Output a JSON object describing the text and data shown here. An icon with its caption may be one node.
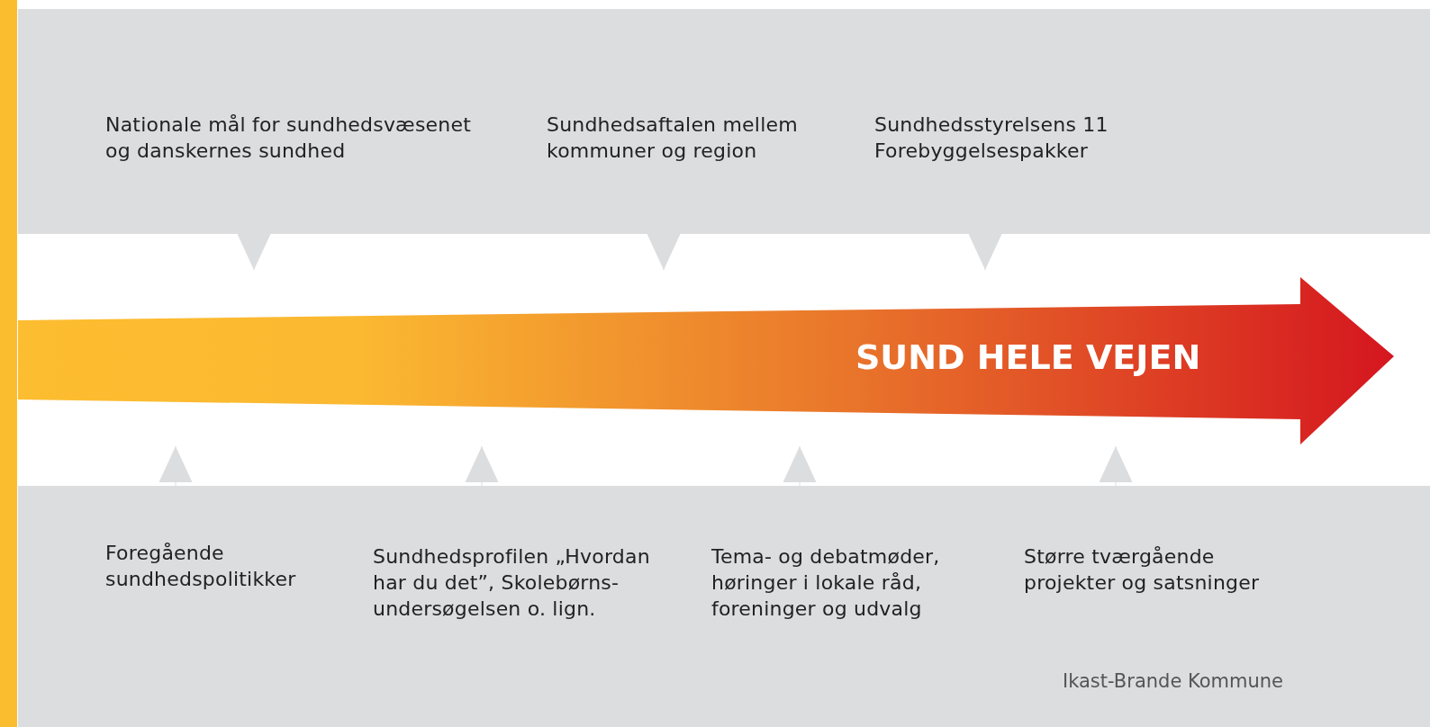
{
  "diagram": {
    "nodes": [
      {
        "text": [],
        "shape": "bar"
      },
      {
        "text": [
          "Nationale mål for sundhedsvæsenet og danskernes sundhed"
        ]
      },
      {
        "text": [
          "Sundhedsaftalen mellem kommuner og region"
        ]
      },
      {
        "text": [
          "Sundhedsstyrelsens 11 Forebyggelsespakker"
        ]
      },
      {
        "text": [
          "SUND HELE VEJEN"
        ]
      },
      {
        "text": [
          "Foregående sundhedspolitikker"
        ]
      },
      {
        "text": [
          "Sundhedsprofilen „Hvordan har du det”, Skolebørns- undersøgelsen o. lign."
        ]
      },
      {
        "text": [
          "Tema- og debatmøder, høringer i lokale råd, foreninger og udvalg"
        ]
      },
      {
        "text": [
          "Større tværgående projekter og satsninger"
        ]
      }
    ],
    "edges": [
      {
        "from": 1,
        "to": 4,
        "arrow": "to"
      },
      {
        "from": 2,
        "to": 4,
        "arrow": "to"
      },
      {
        "from": 3,
        "to": 4,
        "arrow": "to"
      },
      {
        "from": 5,
        "to": 4,
        "arrow": "to"
      },
      {
        "from": 6,
        "to": 4,
        "arrow": "to"
      },
      {
        "from": 7,
        "to": 4,
        "arrow": "to"
      },
      {
        "from": 8,
        "to": 4,
        "arrow": "to"
      }
    ],
    "labels": [
      "Ikast-Brande Kommune"
    ]
  }
}
